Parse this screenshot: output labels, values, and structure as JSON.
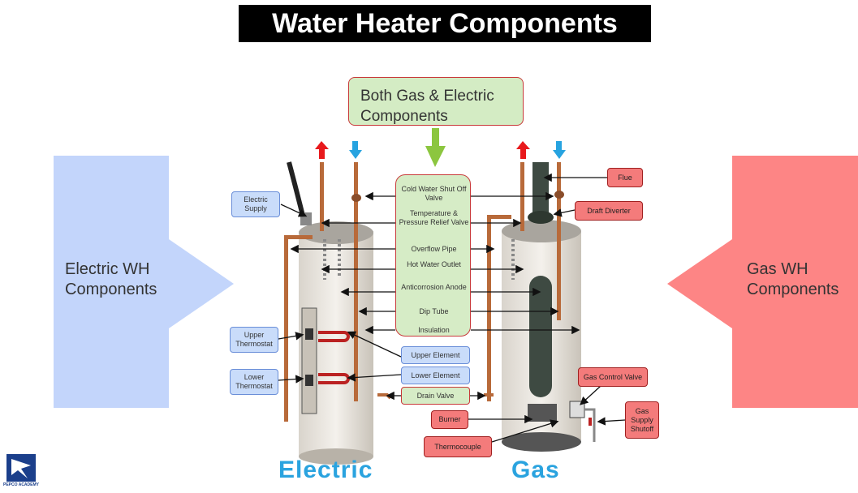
{
  "title": "Water Heater Components",
  "left_arrow": {
    "label": "Electric WH Components",
    "color": "#c3d5fb"
  },
  "right_arrow": {
    "label": "Gas WH Components",
    "color": "#fd8585"
  },
  "both_box": {
    "label": "Both Gas & Electric Components",
    "color": "#d4ecc4"
  },
  "shared_components": [
    "Cold Water Shut Off Valve",
    "Temperature & Pressure Relief Valve",
    "Overflow Pipe",
    "Hot Water Outlet",
    "Anticorrosion Anode",
    "Dip Tube",
    "Insulation"
  ],
  "electric_components": {
    "electric_supply": "Electric Supply",
    "upper_thermostat": "Upper Thermostat",
    "lower_thermostat": "Lower Thermostat",
    "upper_element": "Upper Element",
    "lower_element": "Lower Element"
  },
  "drain_valve": "Drain Valve",
  "gas_components": {
    "flue": "Flue",
    "draft_diverter": "Draft Diverter",
    "gas_control_valve": "Gas Control Valve",
    "burner": "Burner",
    "thermocouple": "Thermocouple",
    "gas_supply_shutoff": "Gas Supply Shutoff"
  },
  "heater_labels": {
    "electric": "Electric",
    "gas": "Gas"
  },
  "logo_text": "PEPCO ACADEMY",
  "colors": {
    "hot": "#e8191c",
    "cold": "#27a3e0",
    "green_arrow": "#8cc63f",
    "copper": "#b86a3a",
    "label_blue": "#2aa3df"
  }
}
